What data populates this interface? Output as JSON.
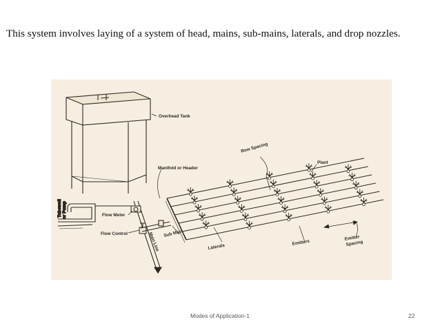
{
  "slide": {
    "intro": "This system involves laying of a system of head, mains, sub-mains, laterals, and drop nozzles.",
    "footer_title": "Modes of Application-1",
    "page_number": "22"
  },
  "diagram": {
    "labels": {
      "overhead_tank": "Overhead Tank",
      "row_spacing": "Row Spacing",
      "plant": "Plant",
      "manifold": "Manifold or Header",
      "flow_meter": "Flow Meter",
      "flow_control": "Flow Control",
      "sub_main": "Sub Main",
      "main_line": "Main Line",
      "laterals": "Laterals",
      "emitters": "Emitters",
      "emitter_spacing_1": "Emitter",
      "emitter_spacing_2": "Spacing",
      "pump_1": "Tubewell",
      "pump_2": "or Pump"
    }
  }
}
